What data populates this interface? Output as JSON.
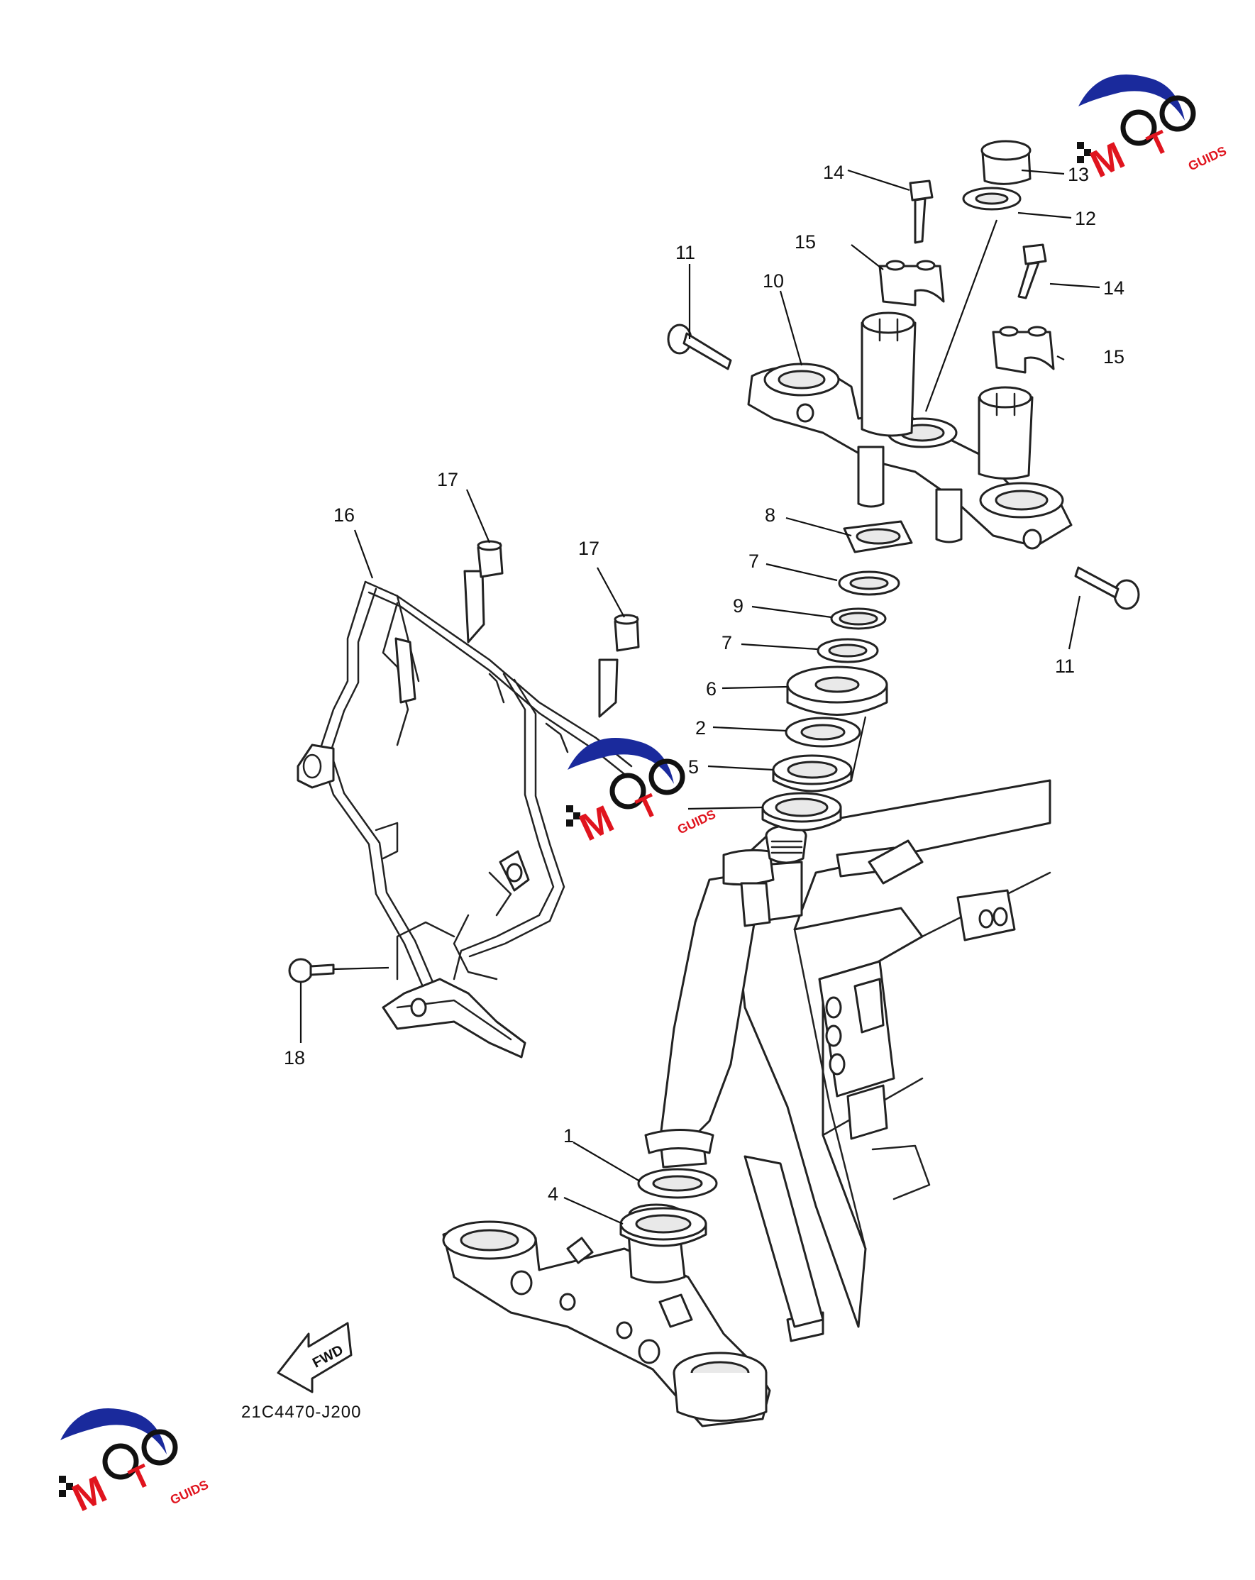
{
  "callouts": [
    {
      "id": "c1",
      "text": "1"
    },
    {
      "id": "c2",
      "text": "2"
    },
    {
      "id": "c4",
      "text": "4"
    },
    {
      "id": "c5",
      "text": "5"
    },
    {
      "id": "c6",
      "text": "6"
    },
    {
      "id": "c7a",
      "text": "7"
    },
    {
      "id": "c7b",
      "text": "7"
    },
    {
      "id": "c8",
      "text": "8"
    },
    {
      "id": "c9",
      "text": "9"
    },
    {
      "id": "c10",
      "text": "10"
    },
    {
      "id": "c11a",
      "text": "11"
    },
    {
      "id": "c11b",
      "text": "11"
    },
    {
      "id": "c12",
      "text": "12"
    },
    {
      "id": "c13",
      "text": "13"
    },
    {
      "id": "c14a",
      "text": "14"
    },
    {
      "id": "c14b",
      "text": "14"
    },
    {
      "id": "c15a",
      "text": "15"
    },
    {
      "id": "c15b",
      "text": "15"
    },
    {
      "id": "c16",
      "text": "16"
    },
    {
      "id": "c17a",
      "text": "17"
    },
    {
      "id": "c17b",
      "text": "17"
    },
    {
      "id": "c18",
      "text": "18"
    }
  ],
  "diagram_code": "21C4470-J200",
  "fwd_label": "FWD",
  "watermark": {
    "text_moto": "MOTO",
    "text_guids": "GUIDS",
    "colors": {
      "blue": "#1a2a9c",
      "red": "#e0141e",
      "black": "#111111"
    }
  }
}
